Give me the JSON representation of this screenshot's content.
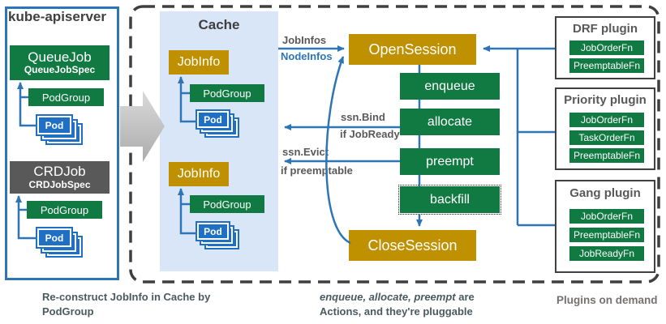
{
  "apiserver": {
    "title": "kube-apiserver",
    "queuejob": {
      "name": "QueueJob",
      "spec": "QueueJobSpec"
    },
    "crdjob": {
      "name": "CRDJob",
      "spec": "CRDJobSpec"
    },
    "podgroup": "PodGroup",
    "pod": "Pod"
  },
  "cache": {
    "title": "Cache",
    "jobinfo": "JobInfo",
    "podgroup": "PodGroup",
    "pod": "Pod"
  },
  "session": {
    "open": "OpenSession",
    "close": "CloseSession",
    "actions": [
      "enqueue",
      "allocate",
      "preempt",
      "backfill"
    ]
  },
  "edge_labels": {
    "jobinfos": "JobInfos",
    "nodeinfos": "NodeInfos",
    "ssn_bind": "ssn.Bind",
    "if_jobready": "if JobReady",
    "ssn_evict": "ssn.Evict",
    "if_preemptable": "if preemptable"
  },
  "plugins": [
    {
      "title": "DRF plugin",
      "fns": [
        "JobOrderFn",
        "PreemptableFn"
      ]
    },
    {
      "title": "Priority plugin",
      "fns": [
        "JobOrderFn",
        "TaskOrderFn",
        "PreemptableFn"
      ]
    },
    {
      "title": "Gang plugin",
      "fns": [
        "JobOrderFn",
        "PreemptableFn",
        "JobReadyFn"
      ]
    }
  ],
  "captions": {
    "reconstruct_line1": "Re-construct JobInfo in Cache by",
    "reconstruct_line2": "PodGroup",
    "actions_italic": "enqueue, allocate, preempt",
    "actions_rest": " are",
    "actions_line2": "Actions, and they're pluggable",
    "plugins_note": "Plugins on demand"
  },
  "colors": {
    "green": "#117A43",
    "gold": "#BF9000",
    "pod_blue": "#1F6FC4",
    "arrow_blue": "#2E75B6",
    "gray_box": "#595959",
    "cache_bg": "#D9E6F8",
    "dashed_border": "#3F3F3F"
  }
}
